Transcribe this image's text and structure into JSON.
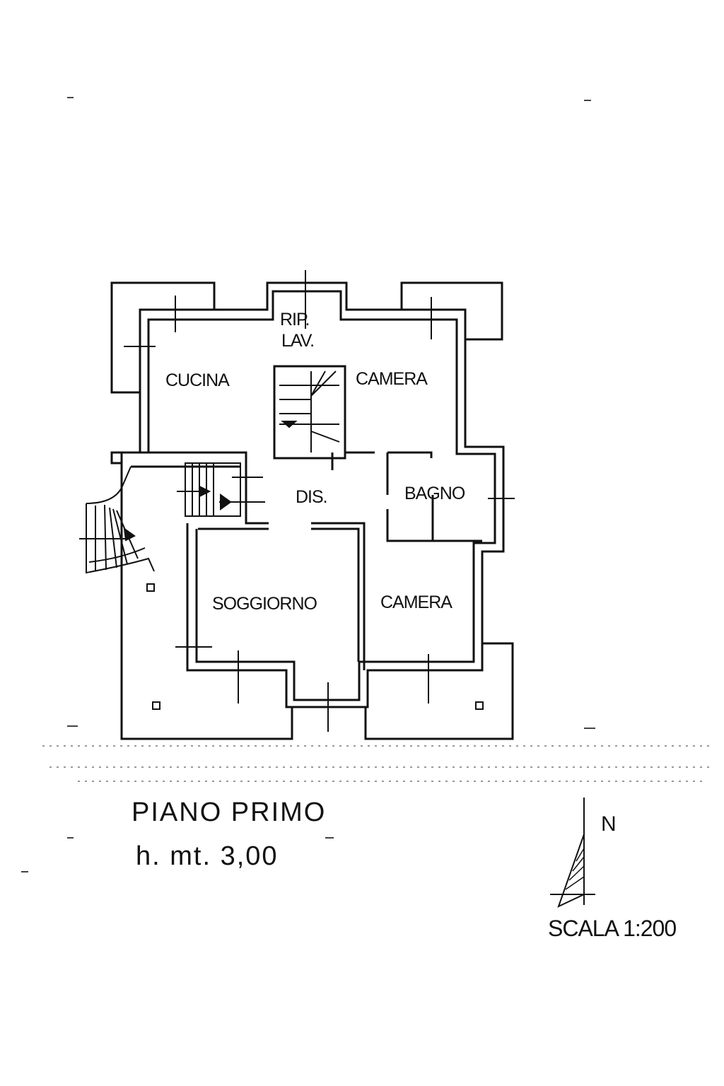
{
  "plan": {
    "rooms": {
      "rip_lav_1": "RIP.",
      "rip_lav_2": "LAV.",
      "cucina": "CUCINA",
      "camera_top": "CAMERA",
      "dis": "DIS.",
      "bagno": "BAGNO",
      "soggiorno": "SOGGIORNO",
      "camera_bottom": "CAMERA"
    }
  },
  "caption": {
    "floor": "PIANO PRIMO",
    "height": "h. mt. 3,00"
  },
  "north": {
    "label": "N"
  },
  "scale": {
    "label": "SCALA 1:200"
  }
}
